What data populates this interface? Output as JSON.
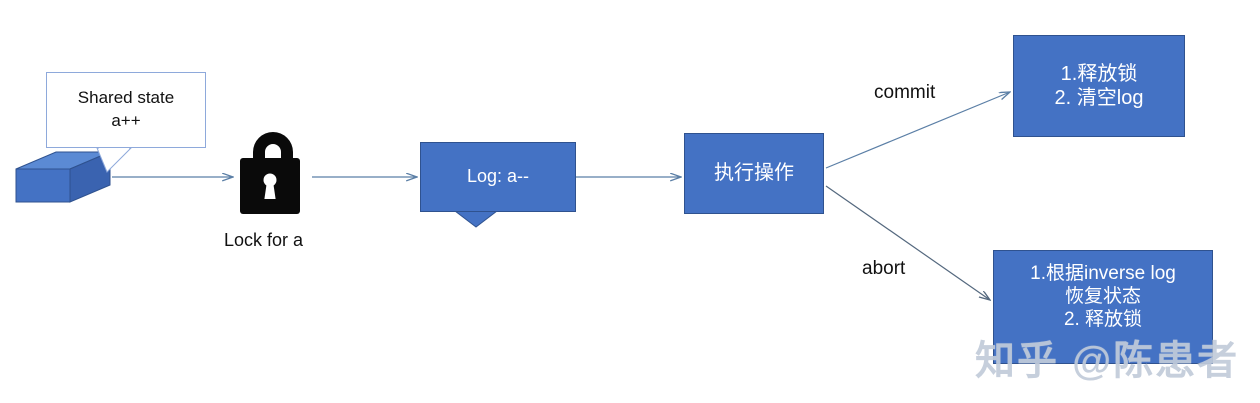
{
  "diagram": {
    "title_hidden": "",
    "colors": {
      "box_fill": "#4472C4",
      "box_border": "#2F528F",
      "callout_border": "#8EA9DB",
      "arrow": "#5B7FA6",
      "text_on_box": "#FFFFFF",
      "text_plain": "#111111",
      "cube_top": "#5B8AD4",
      "cube_front": "#4472C4",
      "cube_side": "#2F528F",
      "background": "#FFFFFF",
      "watermark": "#BEC8D7"
    },
    "nodes": {
      "shared_state_callout": {
        "name": "Shared state callout",
        "lines": [
          "Shared state",
          "a++"
        ]
      },
      "data_cube": {
        "name": "shared data cube",
        "label": ""
      },
      "lock": {
        "icon": "open-padlock-icon",
        "caption": "Lock for a"
      },
      "log_box": {
        "lines": [
          "Log: a--"
        ]
      },
      "execute_box": {
        "lines": [
          "执行操作"
        ]
      },
      "commit_box": {
        "lines": [
          "1.释放锁",
          "2. 清空log"
        ]
      },
      "abort_box": {
        "lines": [
          "1.根据inverse log",
          "恢复状态",
          "2. 释放锁"
        ]
      }
    },
    "edges": [
      {
        "id": "cube-to-lock",
        "label": ""
      },
      {
        "id": "lock-to-log",
        "label": ""
      },
      {
        "id": "log-to-execute",
        "label": ""
      },
      {
        "id": "execute-to-commit",
        "label": "commit"
      },
      {
        "id": "execute-to-abort",
        "label": "abort"
      }
    ],
    "edge_labels": {
      "commit": "commit",
      "abort": "abort"
    },
    "watermark": {
      "text": "知乎 @陈患者"
    }
  }
}
